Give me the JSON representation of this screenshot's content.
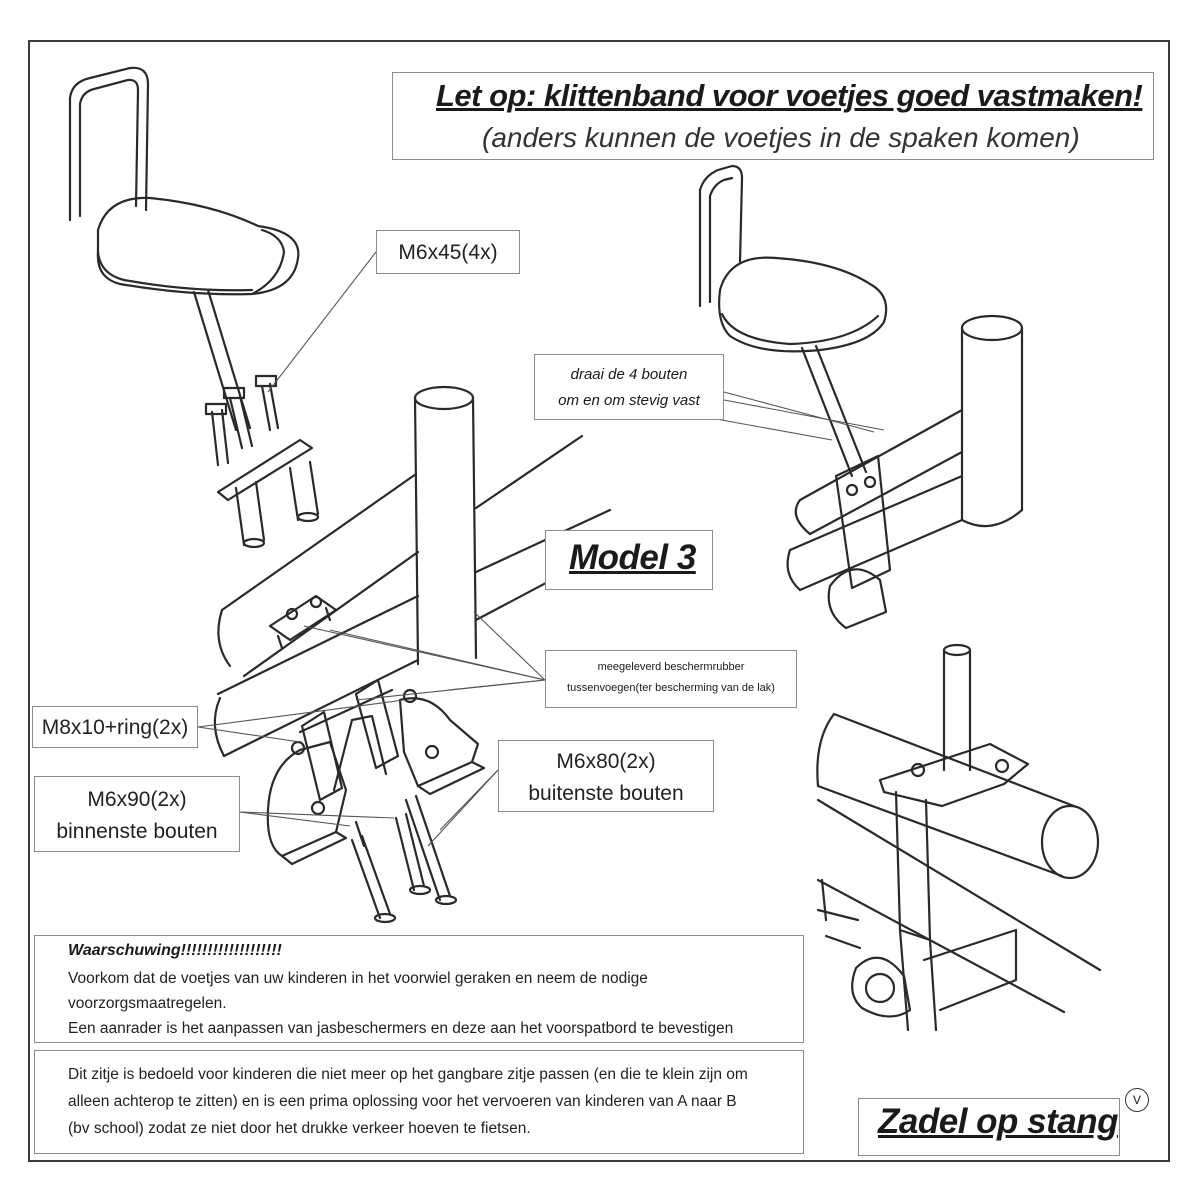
{
  "notice": {
    "title": "Let op: klittenband voor voetjes goed vastmaken!",
    "subtitle": "(anders kunnen de voetjes in de spaken komen)"
  },
  "model_label": "Model 3",
  "callouts": {
    "bolts_seat": "M6x45(4x)",
    "tighten_line1": "draai de 4 bouten",
    "tighten_line2": "om en om stevig vast",
    "rubber_line1": "meegeleverd beschermrubber",
    "rubber_line2": "tussenvoegen(ter bescherming van de lak)",
    "bolts_ring": "M8x10+ring(2x)",
    "bolts_outer_size": "M6x80(2x)",
    "bolts_outer_desc": "buitenste bouten",
    "bolts_inner_size": "M6x90(2x)",
    "bolts_inner_desc": "binnenste bouten"
  },
  "warning": {
    "title": "Waarschuwing!!!!!!!!!!!!!!!!!!!",
    "line1": "Voorkom dat de voetjes van uw kinderen in het voorwiel geraken en neem de nodige",
    "line2": "voorzorgsmaatregelen.",
    "line3": "Een aanrader is het aanpassen van jasbeschermers en deze aan het voorspatbord te bevestigen"
  },
  "info": {
    "line1": "Dit zitje is bedoeld voor kinderen die niet meer op het gangbare zitje passen (en die te klein zijn om",
    "line2": "alleen achterop te zitten) en is een prima oplossing voor het vervoeren van kinderen van A naar B",
    "line3": "(bv school) zodat ze niet door het drukke verkeer hoeven te fietsen."
  },
  "variant_label": "Zadel op stang",
  "version_mark": "V",
  "colors": {
    "line": "#2a2a2a",
    "leader": "#555555",
    "frame": "#3a3a3a"
  }
}
